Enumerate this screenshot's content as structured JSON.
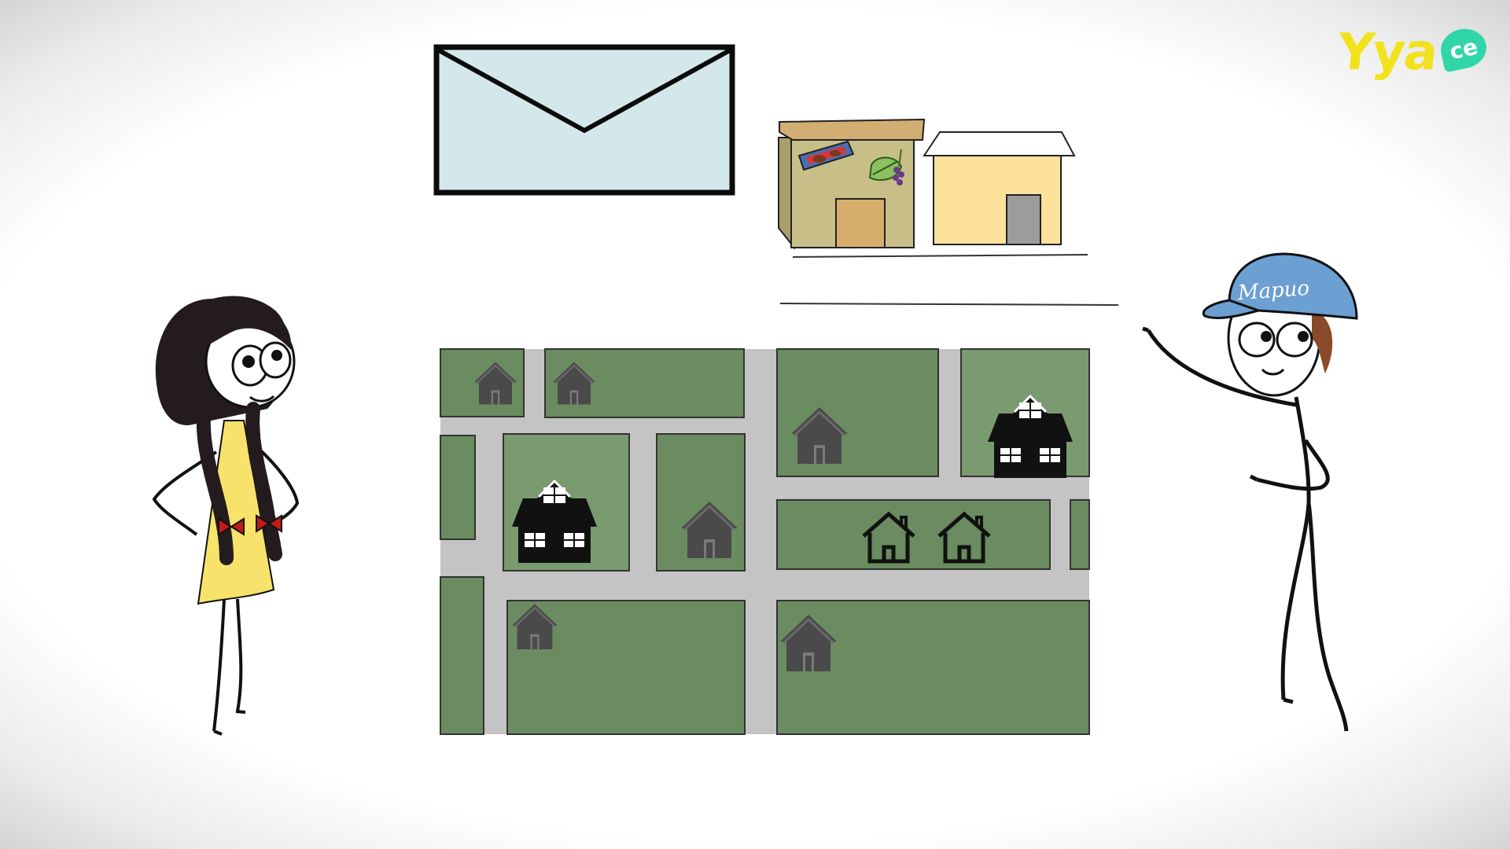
{
  "logo": {
    "text": "Yya",
    "badge": "ce"
  },
  "cap": {
    "text": "Марио"
  },
  "colors": {
    "map_green": "#6a8c60",
    "map_green_light": "#7a9a70",
    "road_gray": "#c4c4c4",
    "envelope_fill": "#d4e8ec",
    "shop_fill": "#c8bf88",
    "shop_roof": "#d2ae72",
    "house_fill": "#fde29c",
    "dress_yellow": "#f7e26b",
    "cap_blue": "#6c9fd2",
    "logo_yellow": "#f1e21e",
    "logo_green": "#30d6a8"
  },
  "icons": [
    "envelope-icon",
    "house-icon",
    "shop-icon",
    "hair-bow-icon"
  ]
}
